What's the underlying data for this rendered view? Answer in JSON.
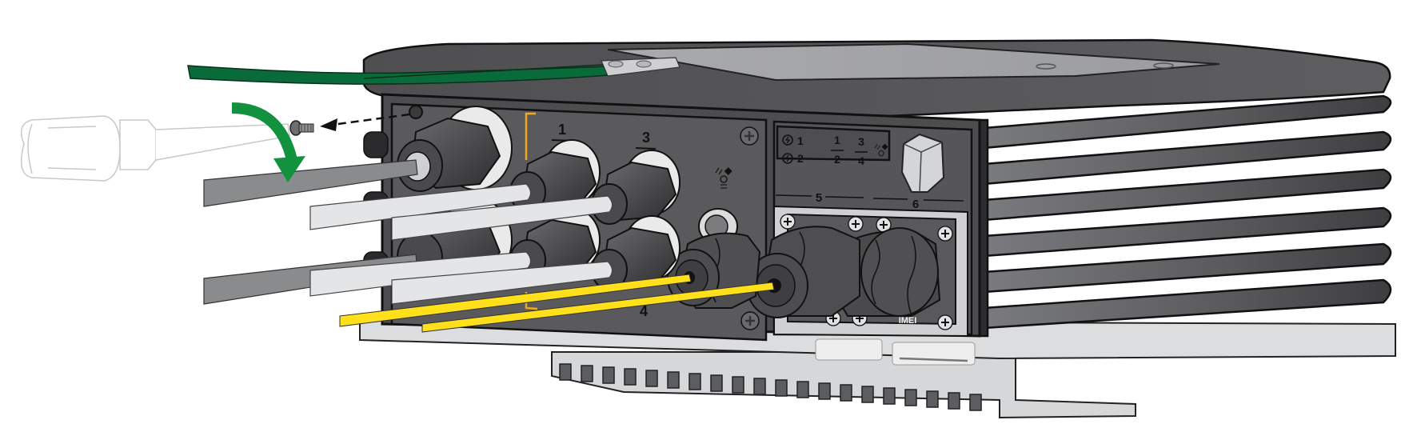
{
  "figure": {
    "type": "hardware-installation-illustration",
    "subject": "Outdoor device front panel — attaching ground cable with screw",
    "colors": {
      "chassis_dark": "#4a4a4c",
      "chassis_mid": "#5c5c5f",
      "chassis_light": "#8e8f92",
      "fins": "#3d3d40",
      "base_light": "#d8d9da",
      "ground_cable": "#0a6b3a",
      "arrow_green": "#12913f",
      "yellow_cable": "#ffe01a",
      "white_cable": "#e4e5e6",
      "gray_cable": "#8a8b8d",
      "bracket_orange": "#f0a818",
      "label_white": "#eeeeef"
    }
  },
  "port_labels": {
    "top_left": "1",
    "top_right": "3",
    "bottom_right": "4",
    "port_5": "5",
    "port_6": "6",
    "imei": "IMEI"
  },
  "led_panel": {
    "led_1": "1",
    "led_2": "2",
    "frac_a_top": "1",
    "frac_a_bottom": "2",
    "frac_b_top": "3",
    "frac_b_bottom": "4"
  },
  "annotations": {
    "rotate_arrow": "clockwise-arrow",
    "insert_arrow": "dashed-insert-arrow",
    "tool": "screwdriver",
    "fastener": "ground-screw"
  }
}
